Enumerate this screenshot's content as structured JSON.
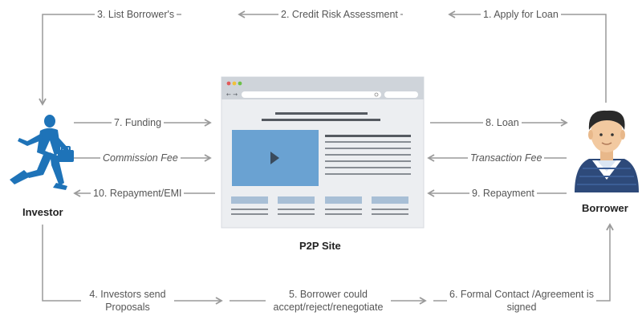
{
  "steps": {
    "s1": "1. Apply for Loan",
    "s2": "2. Credit Risk Assessment",
    "s3": "3. List Borrower's",
    "s4": "4. Investors send Proposals",
    "s5": "5. Borrower could accept/reject/renegotiate",
    "s6": "6. Formal Contact /Agreement is signed",
    "s7": "7. Funding",
    "s8": "8. Loan",
    "s9": "9. Repayment",
    "s10": "10. Repayment/EMI"
  },
  "fees": {
    "commission": "Commission Fee",
    "transaction": "Transaction Fee"
  },
  "actors": {
    "investor": "Investor",
    "borrower": "Borrower",
    "site": "P2P Site"
  },
  "colors": {
    "line": "#9a9a9a",
    "investor_blue": "#1e73b8",
    "browser_bar": "#cfd4da",
    "block_blue": "#6aa2d2",
    "text_dark": "#555a61",
    "shirt": "#2e4a7a",
    "face": "#f2c9a0",
    "hair": "#2a2a2a"
  },
  "browser_dots": [
    "#e25a5a",
    "#f0c13a",
    "#6cc04a"
  ]
}
